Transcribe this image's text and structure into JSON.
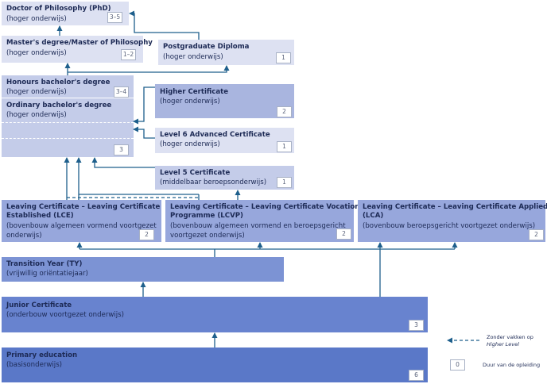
{
  "boxes": {
    "phd": {
      "title": "Doctor of Philosophy (PhD)",
      "subtitle": "(hoger onderwijs)",
      "duration": "3–5"
    },
    "masters": {
      "title": "Master's degree/Master of Philosophy",
      "subtitle": "(hoger onderwijs)",
      "duration": "1–2"
    },
    "pgdip": {
      "title": "Postgraduate Diploma",
      "subtitle": "(hoger onderwijs)",
      "duration": "1"
    },
    "honours": {
      "title": "Honours bachelor's degree",
      "subtitle": "(hoger onderwijs)",
      "duration": "3–4"
    },
    "ordinary": {
      "title": "Ordinary bachelor's degree",
      "subtitle": "(hoger onderwijs)",
      "duration": "3"
    },
    "highercert": {
      "title": "Higher Certificate",
      "subtitle": "(hoger onderwijs)",
      "duration": "2"
    },
    "level6": {
      "title": "Level 6 Advanced Certificate",
      "subtitle": "(hoger onderwijs)",
      "duration": "1"
    },
    "level5": {
      "title": "Level 5 Certificate",
      "subtitle": "(middelbaar beroepsonderwijs)",
      "duration": "1"
    },
    "lce": {
      "title1": "Leaving Certificate – Leaving Certificate",
      "title2": "Established (LCE)",
      "sub1": "(bovenbouw algemeen vormend voortgezet",
      "sub2": "onderwijs)",
      "duration": "2"
    },
    "lcvp": {
      "title1": "Leaving Certificate – Leaving Certificate Vocational",
      "title2": "Programme (LCVP)",
      "sub1": "(bovenbouw algemeen vormend en beroepsgericht",
      "sub2": "voortgezet onderwijs)",
      "duration": "2"
    },
    "lca": {
      "title1": "Leaving Certificate – Leaving Certificate Applied",
      "title2": "(LCA)",
      "sub1": "(bovenbouw beroepsgericht voortgezet onderwijs)",
      "duration": "2"
    },
    "ty": {
      "title": "Transition Year (TY)",
      "subtitle": "(vrijwillig oriëntatiejaar)"
    },
    "junior": {
      "title": "Junior Certificate",
      "subtitle": "(onderbouw voortgezet onderwijs)",
      "duration": "3"
    },
    "primary": {
      "title": "Primary education",
      "subtitle": "(basisonderwijs)",
      "duration": "6"
    }
  },
  "legend": {
    "dashed_line1": "Zonder vakken op",
    "dashed_line2": "Higher Level",
    "duration_sample": "0",
    "duration_label": "Duur van de opleiding"
  },
  "colors": {
    "arrow": "#1e5f8c",
    "text": "#1d2a55"
  }
}
